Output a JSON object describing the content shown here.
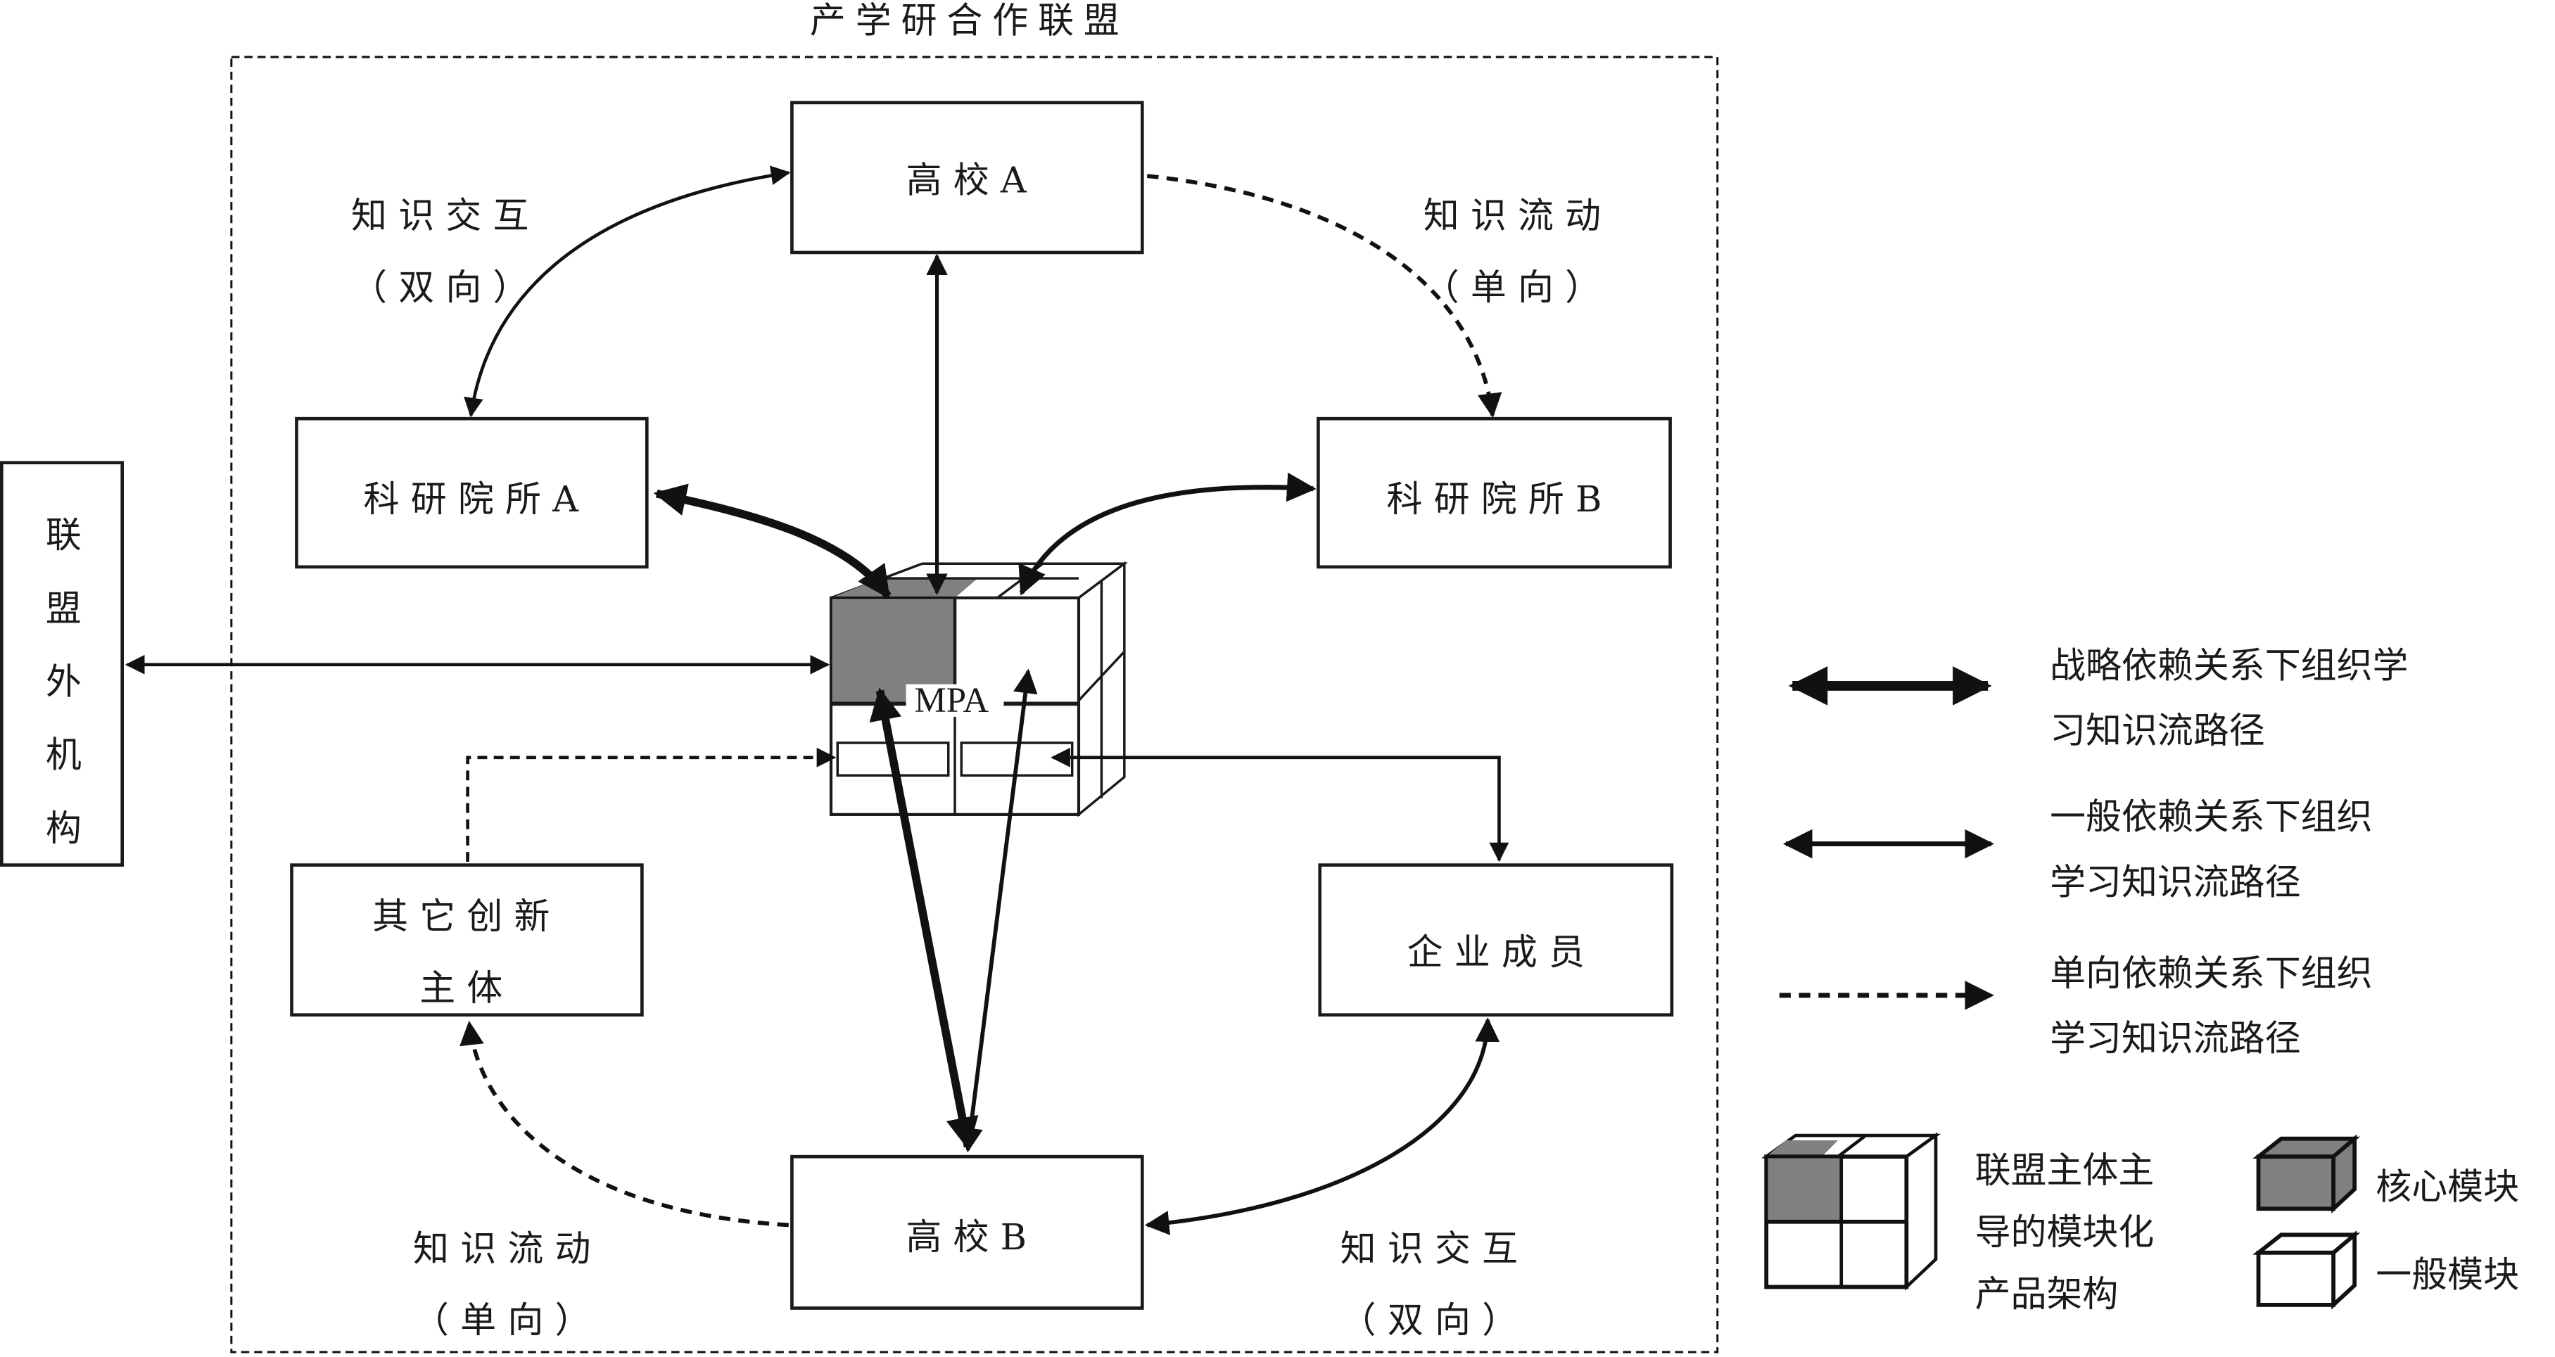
{
  "title": "产学研合作联盟",
  "nodes": {
    "uni_a": "高 校 A",
    "inst_a": "科 研 院 所 A",
    "inst_b": "科 研 院 所 B",
    "enterprise": "企 业 成 员",
    "other_line1": "其 它 创 新",
    "other_line2": "主 体",
    "uni_b": "高 校 B",
    "external": [
      "联",
      "盟",
      "外",
      "机",
      "构"
    ],
    "mpa": "MPA"
  },
  "edge_labels": {
    "top_left_1": "知 识 交 互",
    "top_left_2": "（ 双 向 ）",
    "top_right_1": "知 识 流 动",
    "top_right_2": "（ 单 向 ）",
    "bottom_left_1": "知 识 流 动",
    "bottom_left_2": "（ 单 向 ）",
    "bottom_right_1": "知 识 交 互",
    "bottom_right_2": "（ 双 向 ）"
  },
  "legend": {
    "strategic_1": "战略依赖关系下组织学",
    "strategic_2": "习知识流路径",
    "general_1": "一般依赖关系下组织",
    "general_2": "学习知识流路径",
    "oneway_1": "单向依赖关系下组织",
    "oneway_2": "学习知识流路径",
    "mpa_1": "联盟主体主",
    "mpa_2": "导的模块化",
    "mpa_3": "产品架构",
    "core_module": "核心模块",
    "general_module": "一般模块"
  },
  "colors": {
    "core_fill": "#808080",
    "line": "#111111"
  }
}
